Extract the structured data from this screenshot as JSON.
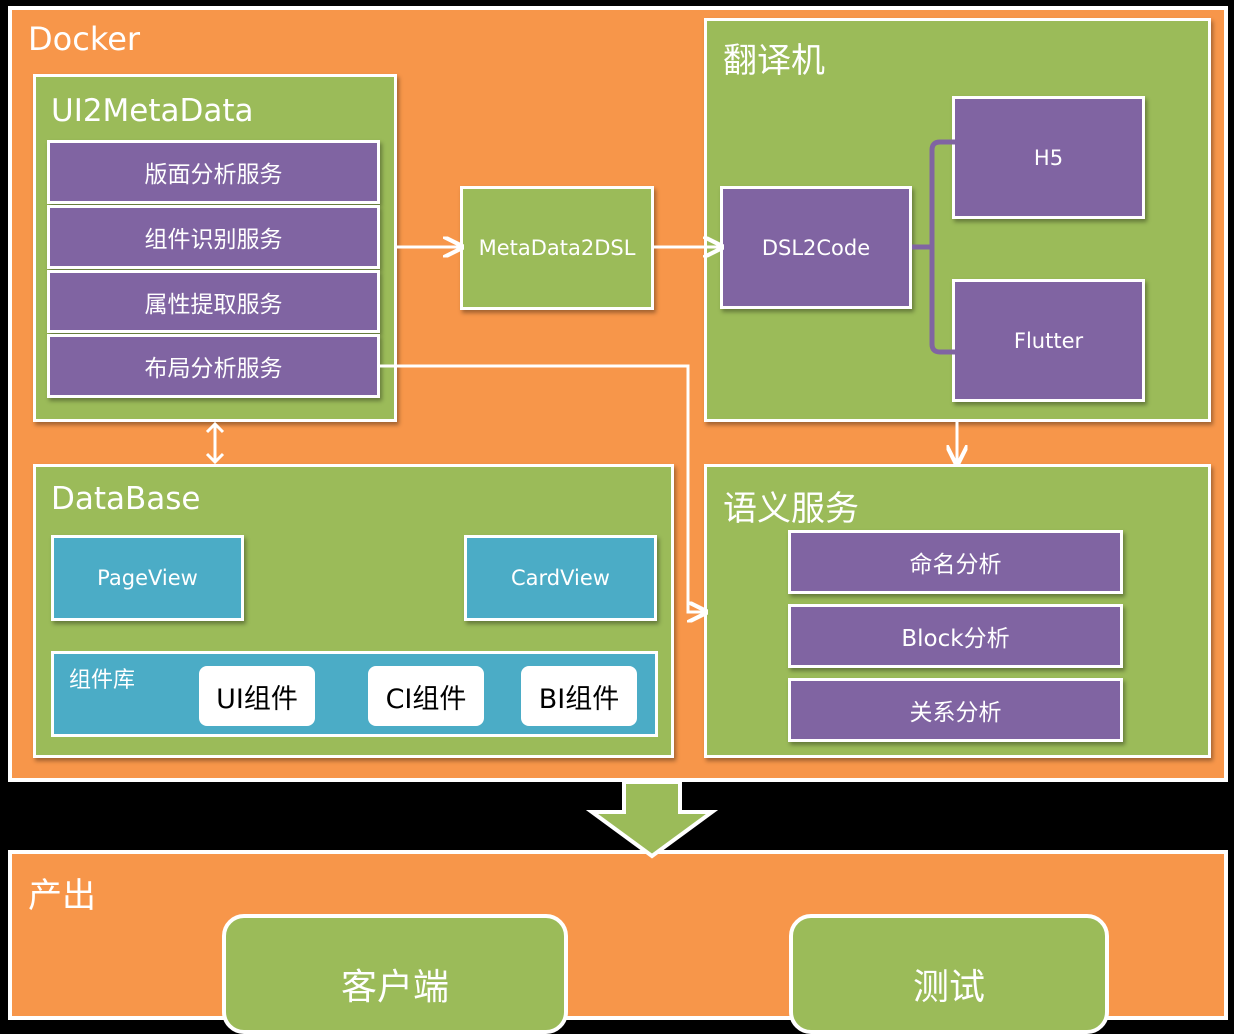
{
  "docker": {
    "title": "Docker",
    "ui2metadata": {
      "title": "UI2MetaData",
      "services": [
        "版面分析服务",
        "组件识别服务",
        "属性提取服务",
        "布局分析服务"
      ]
    },
    "metadata2dsl": {
      "label": "MetaData2DSL"
    },
    "translator": {
      "title": "翻译机",
      "dsl2code": "DSL2Code",
      "targets": [
        "H5",
        "Flutter"
      ]
    },
    "database": {
      "title": "DataBase",
      "views": [
        "PageView",
        "CardView"
      ],
      "component_lib": {
        "label": "组件库",
        "components": [
          "UI组件",
          "CI组件",
          "BI组件"
        ]
      }
    },
    "semantic": {
      "title": "语义服务",
      "items": [
        "命名分析",
        "Block分析",
        "关系分析"
      ]
    }
  },
  "output": {
    "title": "产出",
    "items": [
      "客户端",
      "测试"
    ]
  },
  "colors": {
    "orange": "#f7964a",
    "green": "#9bbb59",
    "purple": "#8064a2",
    "teal": "#4bacc6"
  }
}
